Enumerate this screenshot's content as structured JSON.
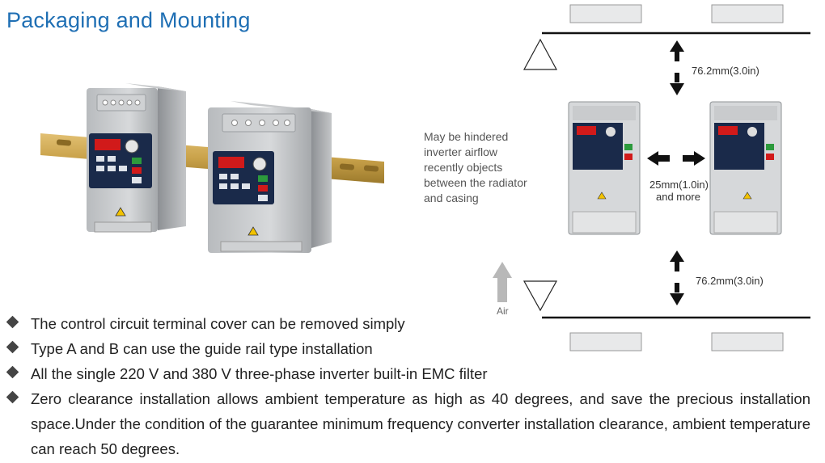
{
  "title": "Packaging and Mounting",
  "product_image": {
    "description_icon": "inverter-product-icon"
  },
  "diagram": {
    "caption_lines": [
      "May be hindered",
      "inverter airflow",
      "recently objects",
      "between the radiator",
      "and casing"
    ],
    "top_clearance": "76.2mm(3.0in)",
    "side_clearance_line1": "25mm(1.0in)",
    "side_clearance_line2": "and more",
    "bottom_clearance": "76.2mm(3.0in)",
    "air_label": "Air"
  },
  "bullets": [
    "The control circuit terminal cover can be removed simply",
    "Type A and B can use the guide rail type installation",
    "All the single 220 V and 380 V three-phase inverter built-in EMC filter",
    "Zero clearance installation allows ambient temperature as high as 40 degrees, and save the precious installation space.Under the condition of the guarantee minimum frequency converter installation clearance, ambient temperature can reach 50 degrees."
  ],
  "colors": {
    "title": "#1f6fb4",
    "rail": "#c9a24a",
    "display": "#d11a1a",
    "panel": "#1a2a4a"
  }
}
